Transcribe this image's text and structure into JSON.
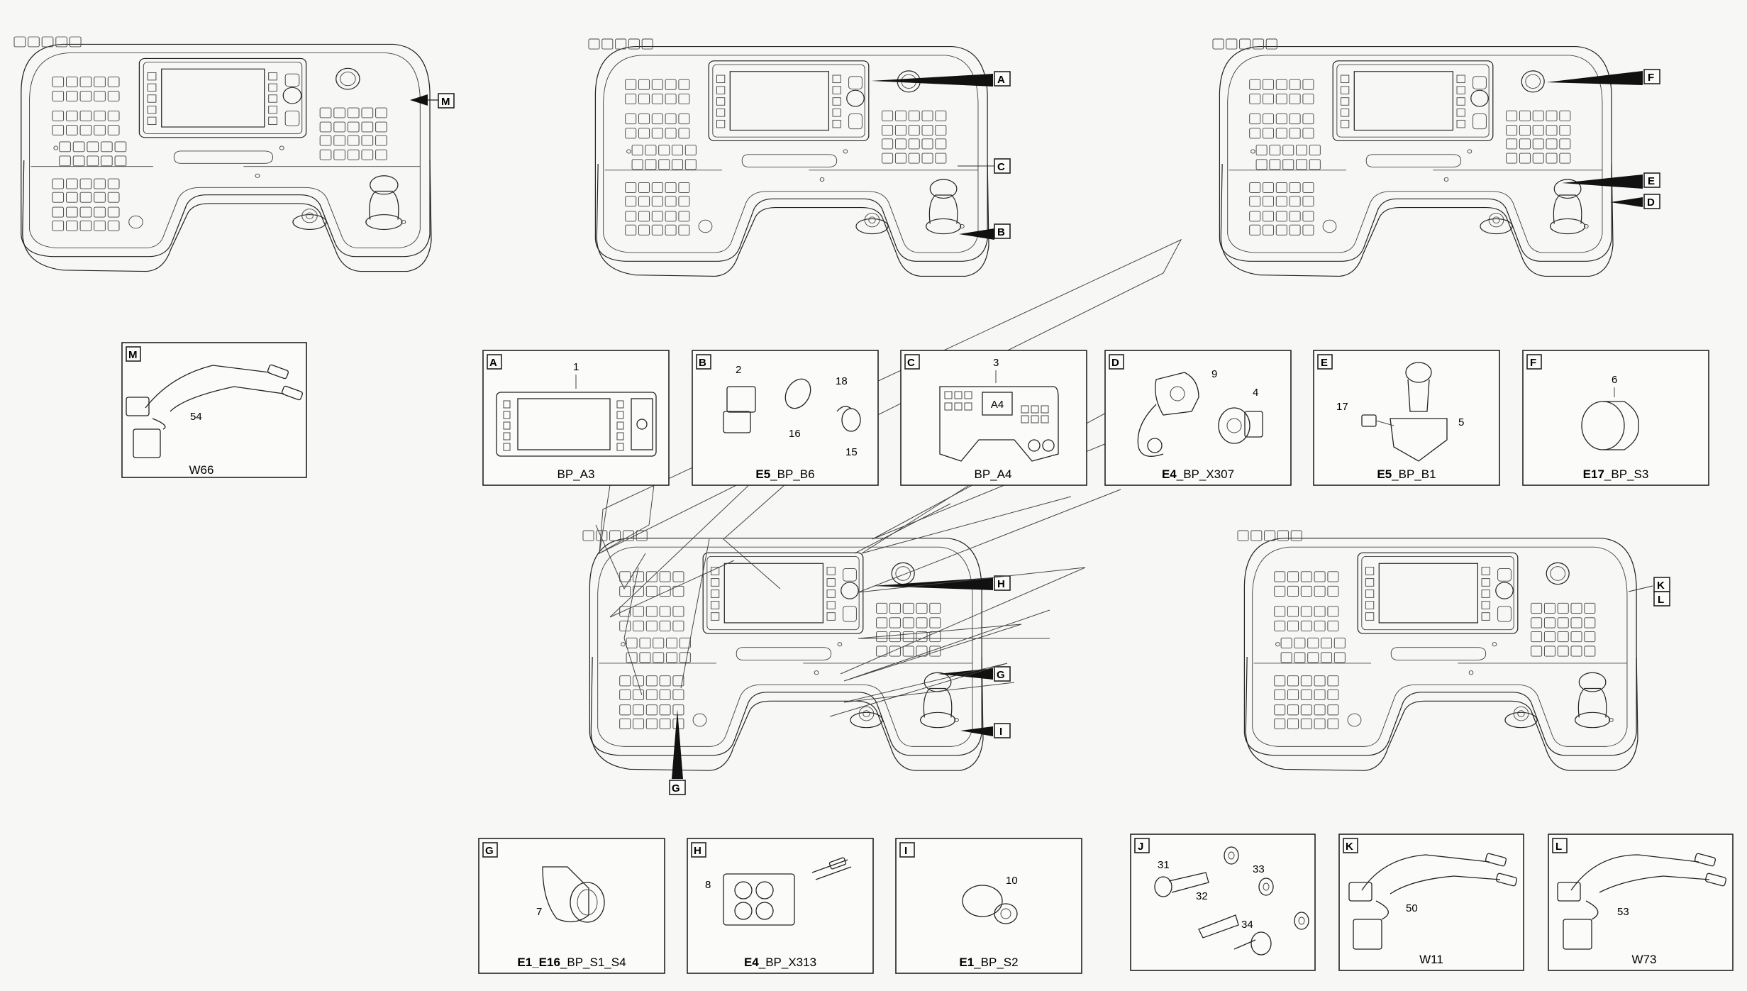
{
  "callouts": {
    "p1": [
      "M"
    ],
    "p2": [
      "A",
      "C",
      "B"
    ],
    "p3": [
      "F",
      "E",
      "D"
    ],
    "p4": [
      "H",
      "G",
      "I",
      "G"
    ],
    "p5": [
      "K",
      "L"
    ]
  },
  "details": {
    "A": {
      "letter": "A",
      "parts": [
        "1"
      ],
      "cap_bold": "",
      "cap": "BP_A3"
    },
    "B": {
      "letter": "B",
      "parts": [
        "2",
        "16",
        "18",
        "15"
      ],
      "cap_bold": "E5",
      "cap": "_BP_B6"
    },
    "C": {
      "letter": "C",
      "parts": [
        "3"
      ],
      "screen": "A4",
      "cap_bold": "",
      "cap": "BP_A4"
    },
    "D": {
      "letter": "D",
      "parts": [
        "9",
        "4"
      ],
      "cap_bold": "E4",
      "cap": "_BP_X307"
    },
    "E": {
      "letter": "E",
      "parts": [
        "17",
        "5"
      ],
      "cap_bold": "E5",
      "cap": "_BP_B1"
    },
    "F": {
      "letter": "F",
      "parts": [
        "6"
      ],
      "cap_bold": "E17",
      "cap": "_BP_S3"
    },
    "M": {
      "letter": "M",
      "parts": [
        "54"
      ],
      "cap_bold": "",
      "cap": "W66"
    },
    "G": {
      "letter": "G",
      "parts": [
        "7"
      ],
      "cap_bold": "E1_E16",
      "cap": "_BP_S1_S4"
    },
    "H": {
      "letter": "H",
      "parts": [
        "8"
      ],
      "cap_bold": "E4",
      "cap": "_BP_X313"
    },
    "I": {
      "letter": "I",
      "parts": [
        "10"
      ],
      "cap_bold": "E1",
      "cap": "_BP_S2"
    },
    "J": {
      "letter": "J",
      "parts": [
        "31",
        "33",
        "32",
        "34"
      ],
      "cap_bold": "",
      "cap": ""
    },
    "K": {
      "letter": "K",
      "parts": [
        "50"
      ],
      "cap_bold": "",
      "cap": "W11"
    },
    "L": {
      "letter": "L",
      "parts": [
        "53"
      ],
      "cap_bold": "",
      "cap": "W73"
    }
  }
}
